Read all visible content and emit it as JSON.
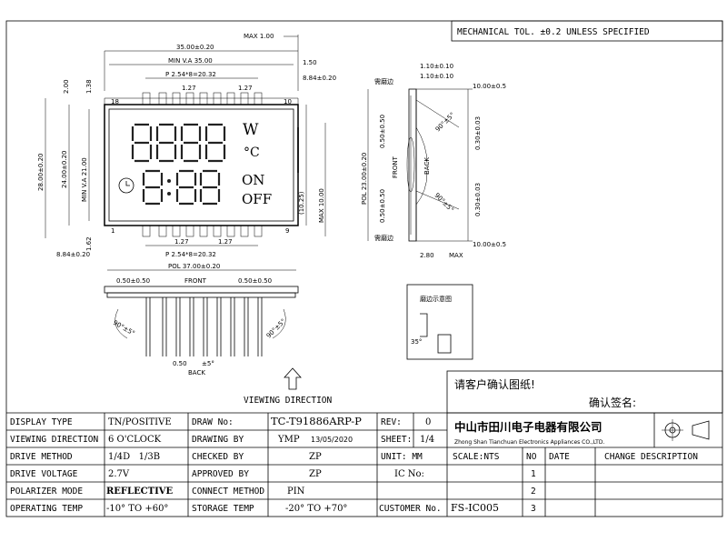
{
  "tolerance_box": "MECHANICAL TOL. ±0.2 UNLESS SPECIFIED",
  "dims": {
    "max_1": "MAX 1.00",
    "w35": "35.00±0.20",
    "min_va": "MIN V.A 35.00",
    "pitch_top": "P 2.54*8=20.32",
    "p127a": "1.27",
    "p127b": "1.27",
    "d150": "1.50",
    "d884r": "8.84±0.20",
    "d200": "2.00",
    "d138": "1.38",
    "h28": "28.00±0.20",
    "h24": "24.00±0.20",
    "min_va21": "MIN V.A 21.00",
    "d162": "1.62",
    "d884l": "8.84±0.20",
    "d1025": "(10.25)",
    "max10": "MAX 10.00",
    "pitch_bot": "P 2.54*8=20.32",
    "p127c": "1.27",
    "p127d": "1.27",
    "pin18": "18",
    "pin10": "10",
    "pin1": "1",
    "pin9": "9",
    "pol37": "POL 37.00±0.20",
    "d050a": "0.50±0.50",
    "d050b": "0.50±0.50",
    "front": "FRONT",
    "ang90a": "90°±5°",
    "ang90b": "90°±5°",
    "d050": "0.50",
    "d5": "±5°",
    "back": "BACK",
    "side_110a": "1.10±0.10",
    "side_110b": "1.10±0.10",
    "side_1005a": "10.00±0.5",
    "side_1005b": "10.00±0.5",
    "side_030a": "0.30±0.03",
    "side_030b": "0.30±0.03",
    "side_90a": "90°±5°",
    "side_90b": "90°±5°",
    "pol23": "POL 23.00±0.20",
    "side_050a": "0.50±0.50",
    "side_050b": "0.50±0.50",
    "side_front": "FRONT",
    "side_back": "BACK",
    "side_280": "2.80",
    "side_max": "MAX",
    "grind_a": "需磨边",
    "grind_b": "需磨边",
    "grind_note": "磨边示意图",
    "grind_angle": "35°",
    "viewing_direction": "VIEWING DIRECTION"
  },
  "lcd": {
    "digits_top": "8888",
    "digits_bot": "8:88",
    "w": "W",
    "degc": "°C",
    "on": "ON",
    "off": "OFF"
  },
  "confirm": {
    "line1": "请客户确认图纸!",
    "line2": "确认签名:"
  },
  "company": {
    "cn": "中山市田川电子电器有限公司",
    "en": "Zhong Shan Tianchuan Electronics Appliances CO.,LTD."
  },
  "table": {
    "display_type_l": "DISPLAY TYPE",
    "display_type_v": "TN/POSITIVE",
    "viewing_dir_l": "VIEWING DIRECTION",
    "viewing_dir_v": "6 O'CLOCK",
    "drive_method_l": "DRIVE METHOD",
    "drive_method_v": "1/4D   1/3B",
    "drive_voltage_l": "DRIVE VOLTAGE",
    "drive_voltage_v": "2.7V",
    "polarizer_l": "POLARIZER MODE",
    "polarizer_v": "REFLECTIVE",
    "op_temp_l": "OPERATING TEMP",
    "op_temp_v": "-10° TO +60°",
    "draw_no_l": "DRAW No:",
    "draw_no_v": "TC-T91886ARP-P",
    "drawing_by_l": "DRAWING BY",
    "drawing_by_v": "YMP",
    "drawing_date": "13/05/2020",
    "checked_by_l": "CHECKED BY",
    "checked_by_v": "ZP",
    "approved_by_l": "APPROVED BY",
    "approved_by_v": "ZP",
    "connect_l": "CONNECT METHOD",
    "connect_v": "PIN",
    "storage_l": "STORAGE TEMP",
    "storage_v": "-20° TO +70°",
    "rev_l": "REV:",
    "rev_v": "0",
    "sheet_l": "SHEET:",
    "sheet_v": "1/4",
    "unit": "UNIT: MM",
    "ic_l": "IC No:",
    "customer_l": "CUSTOMER No.",
    "customer_v": "FS-IC005",
    "scale": "SCALE:NTS",
    "no_h": "NO",
    "date_h": "DATE",
    "change_h": "CHANGE DESCRIPTION",
    "r1": "1",
    "r2": "2",
    "r3": "3"
  }
}
